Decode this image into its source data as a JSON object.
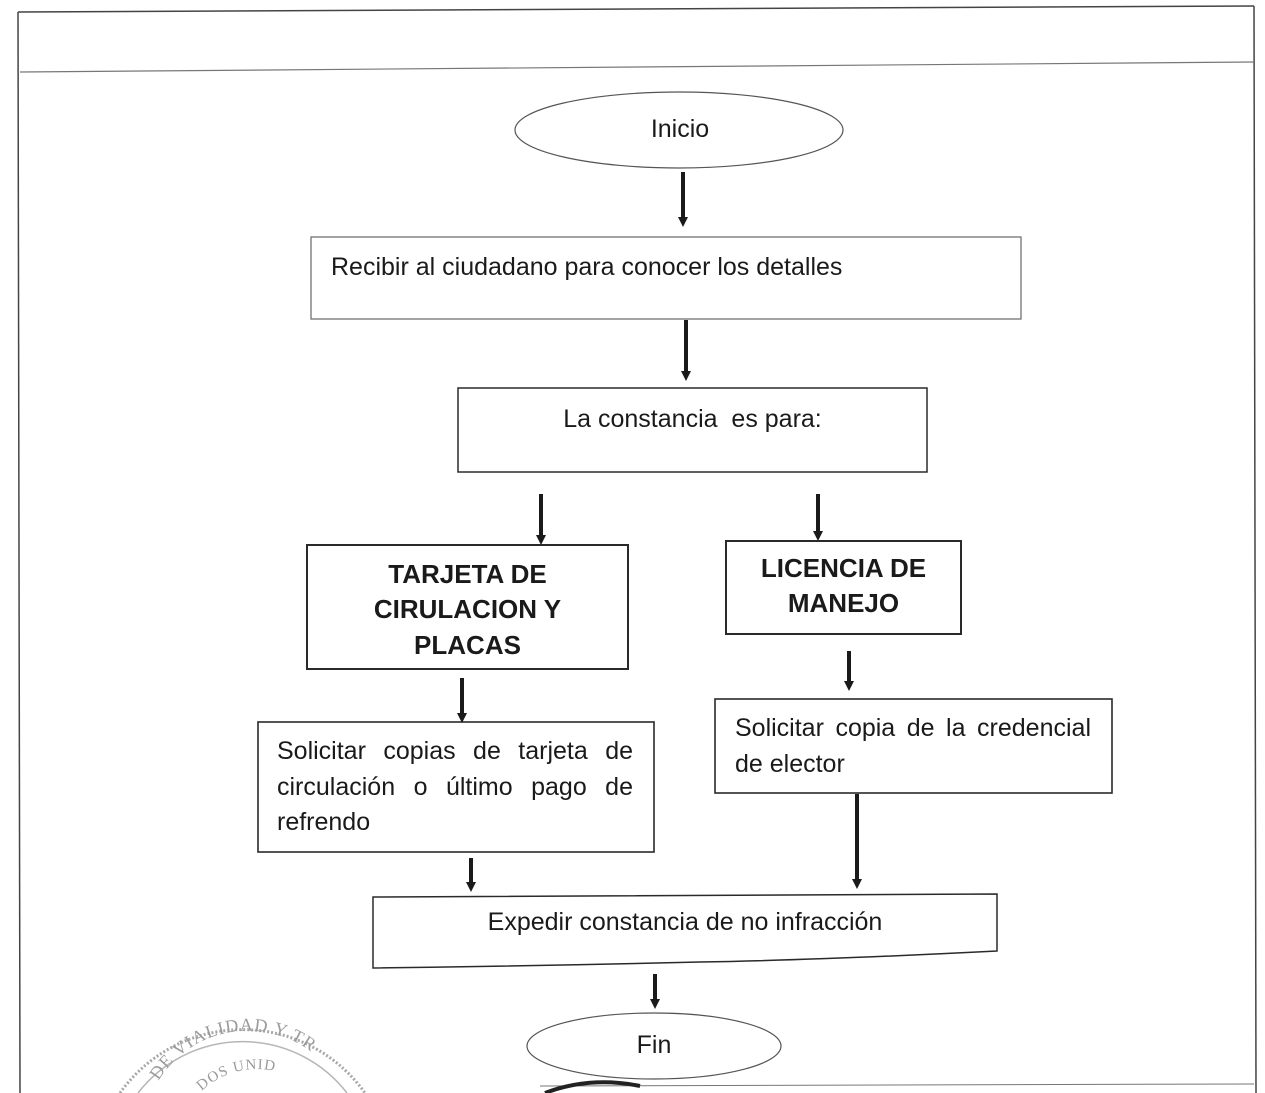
{
  "nodes": {
    "start": "Inicio",
    "receive": "Recibir al ciudadano para conocer los detalles",
    "decision": "La constancia  es para:",
    "branch_left": "TARJETA DE CIRULACION Y PLACAS",
    "branch_right": "LICENCIA DE MANEJO",
    "step_left": "Solicitar copias de tarjeta de circulación o último pago de refrendo",
    "step_right": "Solicitar copia de la credencial de elector",
    "issue": "Expedir constancia de no infracción",
    "end": "Fin"
  },
  "seal": {
    "line1": "DE VIALIDAD Y TR",
    "line2": "DOS UNID"
  },
  "colors": {
    "ink": "#1a1a1a",
    "border": "#2a2a2a",
    "seal": "#8a8a8a"
  }
}
